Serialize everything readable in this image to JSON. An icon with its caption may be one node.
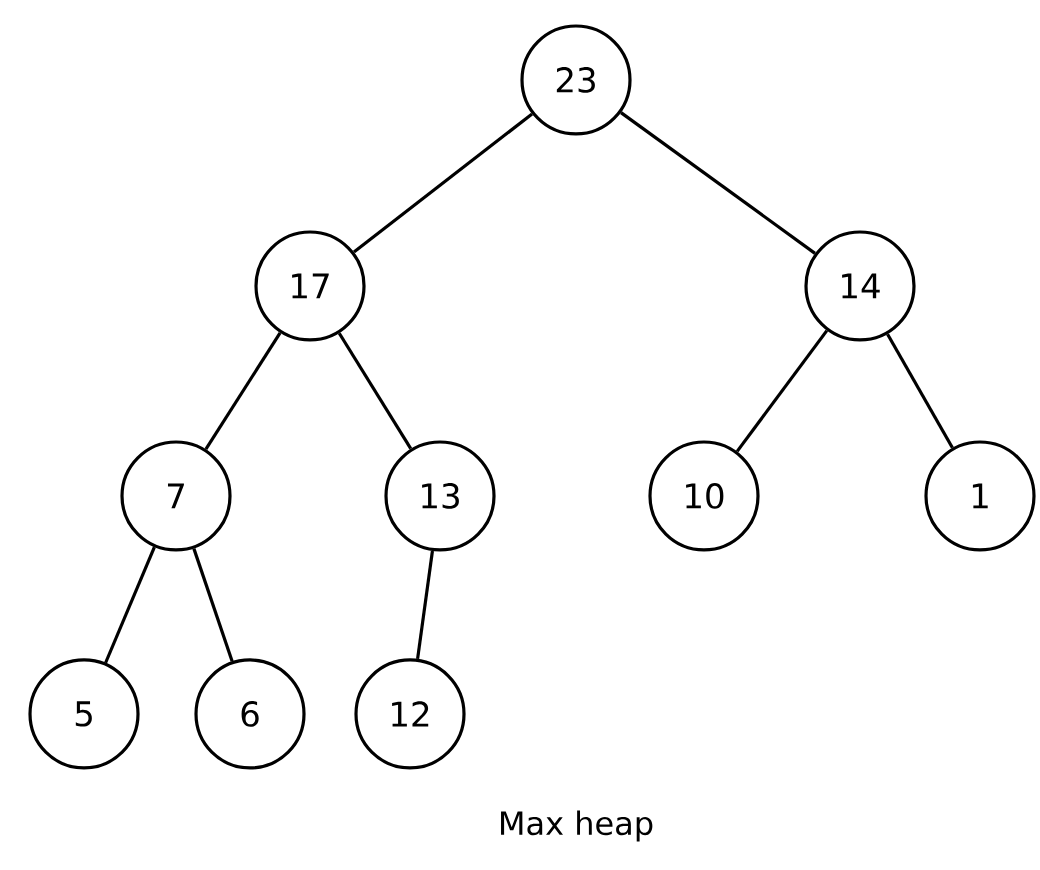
{
  "diagram": {
    "caption": "Max heap",
    "nodes": [
      {
        "text": [
          "23"
        ]
      },
      {
        "text": [
          "17"
        ]
      },
      {
        "text": [
          "14"
        ]
      },
      {
        "text": [
          "7"
        ]
      },
      {
        "text": [
          "13"
        ]
      },
      {
        "text": [
          "10"
        ]
      },
      {
        "text": [
          "1"
        ]
      },
      {
        "text": [
          "5"
        ]
      },
      {
        "text": [
          "6"
        ]
      },
      {
        "text": [
          "12"
        ]
      }
    ],
    "edges": [
      {
        "from": 0,
        "to": 1,
        "arrow": "none"
      },
      {
        "from": 0,
        "to": 2,
        "arrow": "none"
      },
      {
        "from": 1,
        "to": 3,
        "arrow": "none"
      },
      {
        "from": 1,
        "to": 4,
        "arrow": "none"
      },
      {
        "from": 2,
        "to": 5,
        "arrow": "none"
      },
      {
        "from": 2,
        "to": 6,
        "arrow": "none"
      },
      {
        "from": 3,
        "to": 7,
        "arrow": "none"
      },
      {
        "from": 3,
        "to": 8,
        "arrow": "none"
      },
      {
        "from": 4,
        "to": 9,
        "arrow": "none"
      }
    ]
  }
}
